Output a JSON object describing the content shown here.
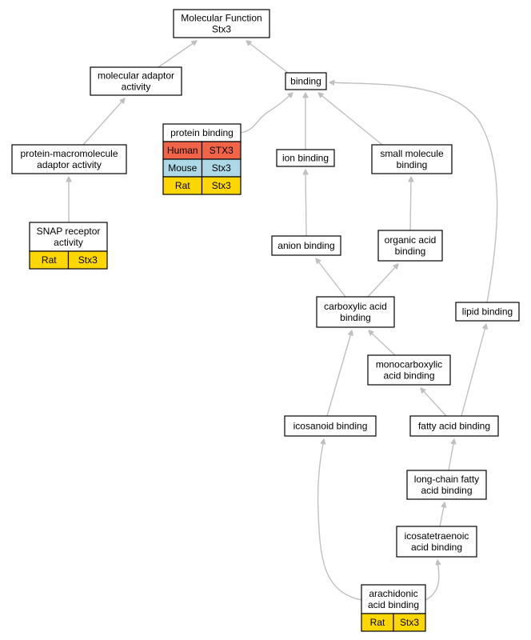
{
  "colors": {
    "human": "#f26447",
    "mouse": "#add8e6",
    "rat": "#ffd700",
    "edge": "#c0c0c0"
  },
  "nodes": {
    "mf": [
      "Molecular Function",
      "Stx3"
    ],
    "adaptor": [
      "molecular adaptor",
      "activity"
    ],
    "binding": [
      "binding"
    ],
    "protein_binding": [
      "protein binding"
    ],
    "pm_adaptor": [
      "protein-macromolecule",
      "adaptor activity"
    ],
    "ion_binding": [
      "ion binding"
    ],
    "small_mol": [
      "small molecule",
      "binding"
    ],
    "snap": [
      "SNAP receptor",
      "activity"
    ],
    "anion": [
      "anion binding"
    ],
    "organic_acid": [
      "organic acid",
      "binding"
    ],
    "carboxylic": [
      "carboxylic acid",
      "binding"
    ],
    "lipid": [
      "lipid binding"
    ],
    "monocarboxylic": [
      "monocarboxylic",
      "acid binding"
    ],
    "icosanoid": [
      "icosanoid binding"
    ],
    "fatty_acid": [
      "fatty acid binding"
    ],
    "long_chain": [
      "long-chain fatty",
      "acid binding"
    ],
    "icosatetraenoic": [
      "icosatetraenoic",
      "acid binding"
    ],
    "arachidonic": [
      "arachidonic",
      "acid binding"
    ]
  },
  "annotations": {
    "protein_binding": [
      {
        "species": "Human",
        "gene": "STX3",
        "color": "human"
      },
      {
        "species": "Mouse",
        "gene": "Stx3",
        "color": "mouse"
      },
      {
        "species": "Rat",
        "gene": "Stx3",
        "color": "rat"
      }
    ],
    "snap": [
      {
        "species": "Rat",
        "gene": "Stx3",
        "color": "rat"
      }
    ],
    "arachidonic": [
      {
        "species": "Rat",
        "gene": "Stx3",
        "color": "rat"
      }
    ]
  },
  "edges": [
    [
      "adaptor",
      "mf"
    ],
    [
      "binding",
      "mf"
    ],
    [
      "pm_adaptor",
      "adaptor"
    ],
    [
      "protein_binding",
      "binding"
    ],
    [
      "ion_binding",
      "binding"
    ],
    [
      "small_mol",
      "binding"
    ],
    [
      "lipid",
      "binding"
    ],
    [
      "snap",
      "pm_adaptor"
    ],
    [
      "anion",
      "ion_binding"
    ],
    [
      "organic_acid",
      "small_mol"
    ],
    [
      "carboxylic",
      "anion"
    ],
    [
      "carboxylic",
      "organic_acid"
    ],
    [
      "monocarboxylic",
      "carboxylic"
    ],
    [
      "icosanoid",
      "carboxylic"
    ],
    [
      "fatty_acid",
      "monocarboxylic"
    ],
    [
      "fatty_acid",
      "lipid"
    ],
    [
      "long_chain",
      "fatty_acid"
    ],
    [
      "icosatetraenoic",
      "long_chain"
    ],
    [
      "arachidonic",
      "icosatetraenoic"
    ],
    [
      "arachidonic",
      "icosanoid"
    ]
  ]
}
